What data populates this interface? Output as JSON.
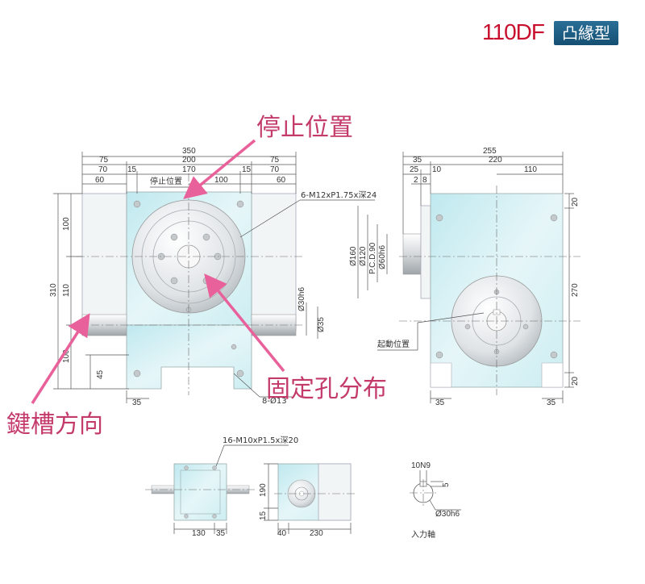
{
  "header": {
    "model": "110DF",
    "type": "凸緣型"
  },
  "callouts": {
    "stop_position": "停止位置",
    "fixing_holes": "固定孔分布",
    "key_direction": "鍵槽方向"
  },
  "front_view": {
    "dims_top": [
      "350",
      "75",
      "200",
      "75",
      "70",
      "15",
      "170",
      "15",
      "70",
      "60",
      "100",
      "60"
    ],
    "dims_left": [
      "310",
      "100",
      "110",
      "100",
      "45"
    ],
    "dims_bottom": [
      "35"
    ],
    "stop_label": "停止位置",
    "tap_note": "6-M12xP1.75x深24",
    "hole_note": "8-Ø13",
    "shaft_dims": [
      "Ø30h6",
      "Ø35"
    ]
  },
  "side_view": {
    "dims_top": [
      "255",
      "35",
      "220",
      "25",
      "10",
      "2",
      "8",
      "110"
    ],
    "dims_right": [
      "20",
      "270",
      "20"
    ],
    "dims_left": [
      "Ø160",
      "Ø120",
      "P.C.D.90",
      "Ø60h6"
    ],
    "dims_bottom": [
      "35",
      "35"
    ],
    "start_label": "起動位置"
  },
  "bottom_views": {
    "tap_note": "16-M10xP1.5x深20",
    "view1_dims": [
      "130",
      "35"
    ],
    "view2_dims": [
      "190",
      "15",
      "40",
      "230"
    ]
  },
  "input_shaft": {
    "key_note": "10N9",
    "dim": "5",
    "diameter": "Ø30h6",
    "label": "入力軸"
  }
}
